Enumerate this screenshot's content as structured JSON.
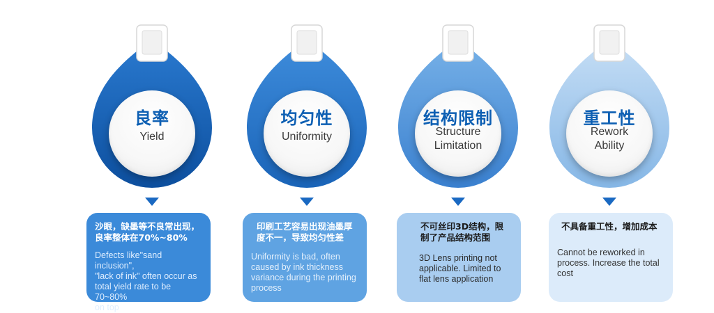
{
  "colors": {
    "tag1": "#1462bd",
    "tag2": "#2a7ad0",
    "tag3": "#5c9fe0",
    "tag4": "#a9cdf0",
    "arrow": "#1a69c2",
    "title_zh": "#0d5fb3"
  },
  "items": [
    {
      "title_zh": "良率",
      "title_en": "Yield",
      "desc_zh": "沙眼，缺墨等不良常出现，\n良率整体在70%~80%",
      "desc_en": "Defects like\"sand inclusion\",\n\"lack of ink\" often occur as\ntotal yield rate to be 70~80%\non top"
    },
    {
      "title_zh": "均匀性",
      "title_en": "Uniformity",
      "desc_zh": "印刷工艺容易出现油墨厚\n度不一，导致均匀性差",
      "desc_en": "Uniformity is bad, often\ncaused by ink thickness\nvariance during the printing\nprocess"
    },
    {
      "title_zh": "结构限制",
      "title_en": "Structure\nLimitation",
      "desc_zh": "不可丝印3D结构，限\n制了产品结构范围",
      "desc_en": "3D Lens printing not\napplicable. Limited to\nflat lens application"
    },
    {
      "title_zh": "重工性",
      "title_en": "Rework\nAbility",
      "desc_zh": "不具备重工性，增加成本",
      "desc_en": "Cannot be reworked in\nprocess.  Increase the total\ncost"
    }
  ]
}
